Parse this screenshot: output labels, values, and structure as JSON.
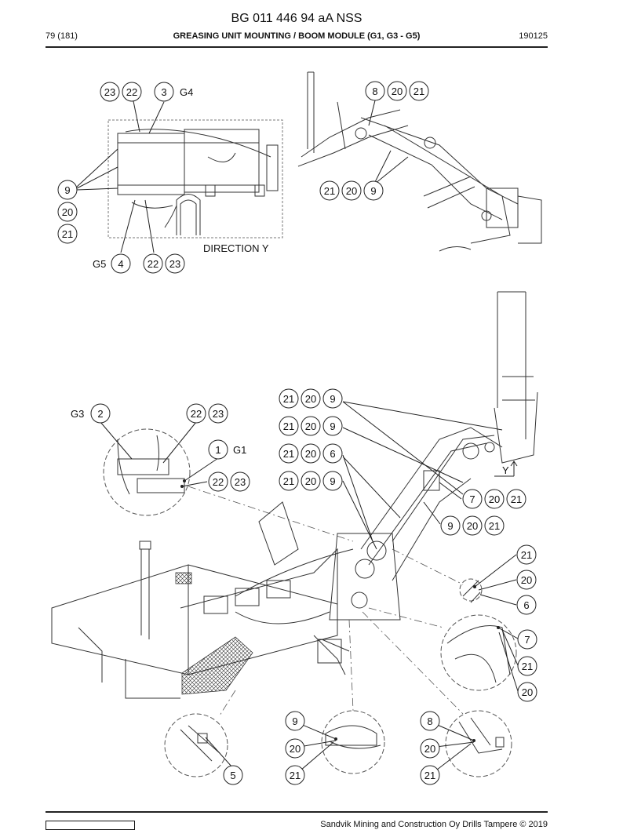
{
  "header": {
    "doc_number": "BG 011 446 94 aA NSS",
    "page": "79 (181)",
    "title": "GREASING UNIT MOUNTING / BOOM MODULE (G1, G3 - G5)",
    "date": "190125"
  },
  "view_label": "DIRECTION Y",
  "view_marker": "Y",
  "group_labels": {
    "g1": "G1",
    "g3": "G3",
    "g4": "G4",
    "g5": "G5"
  },
  "callouts": {
    "top_left_a": [
      "23",
      "22",
      "3"
    ],
    "top_left_b": [
      "9",
      "20",
      "21"
    ],
    "top_left_c": [
      "4",
      "22",
      "23"
    ],
    "top_right_a": [
      "8",
      "20",
      "21"
    ],
    "top_right_b": [
      "21",
      "20",
      "9"
    ],
    "main_left_a": [
      "2",
      "22",
      "23"
    ],
    "main_left_b": [
      "1"
    ],
    "main_left_c": [
      "22",
      "23"
    ],
    "main_stack_1": [
      "21",
      "20",
      "9"
    ],
    "main_stack_2": [
      "21",
      "20",
      "9"
    ],
    "main_stack_3": [
      "21",
      "20",
      "6"
    ],
    "main_stack_4": [
      "21",
      "20",
      "9"
    ],
    "main_right_a": [
      "7",
      "20",
      "21"
    ],
    "main_right_b": [
      "9",
      "20",
      "21"
    ],
    "detail_right_a": [
      "21",
      "20",
      "6"
    ],
    "detail_right_b": [
      "7",
      "21",
      "20"
    ],
    "detail_bottom_left": [
      "5"
    ],
    "detail_bottom_mid": [
      "9",
      "20",
      "21"
    ],
    "detail_bottom_right": [
      "8",
      "20",
      "21"
    ]
  },
  "footer": {
    "copyright": "Sandvik Mining and Construction Oy Drills Tampere © 2019"
  }
}
